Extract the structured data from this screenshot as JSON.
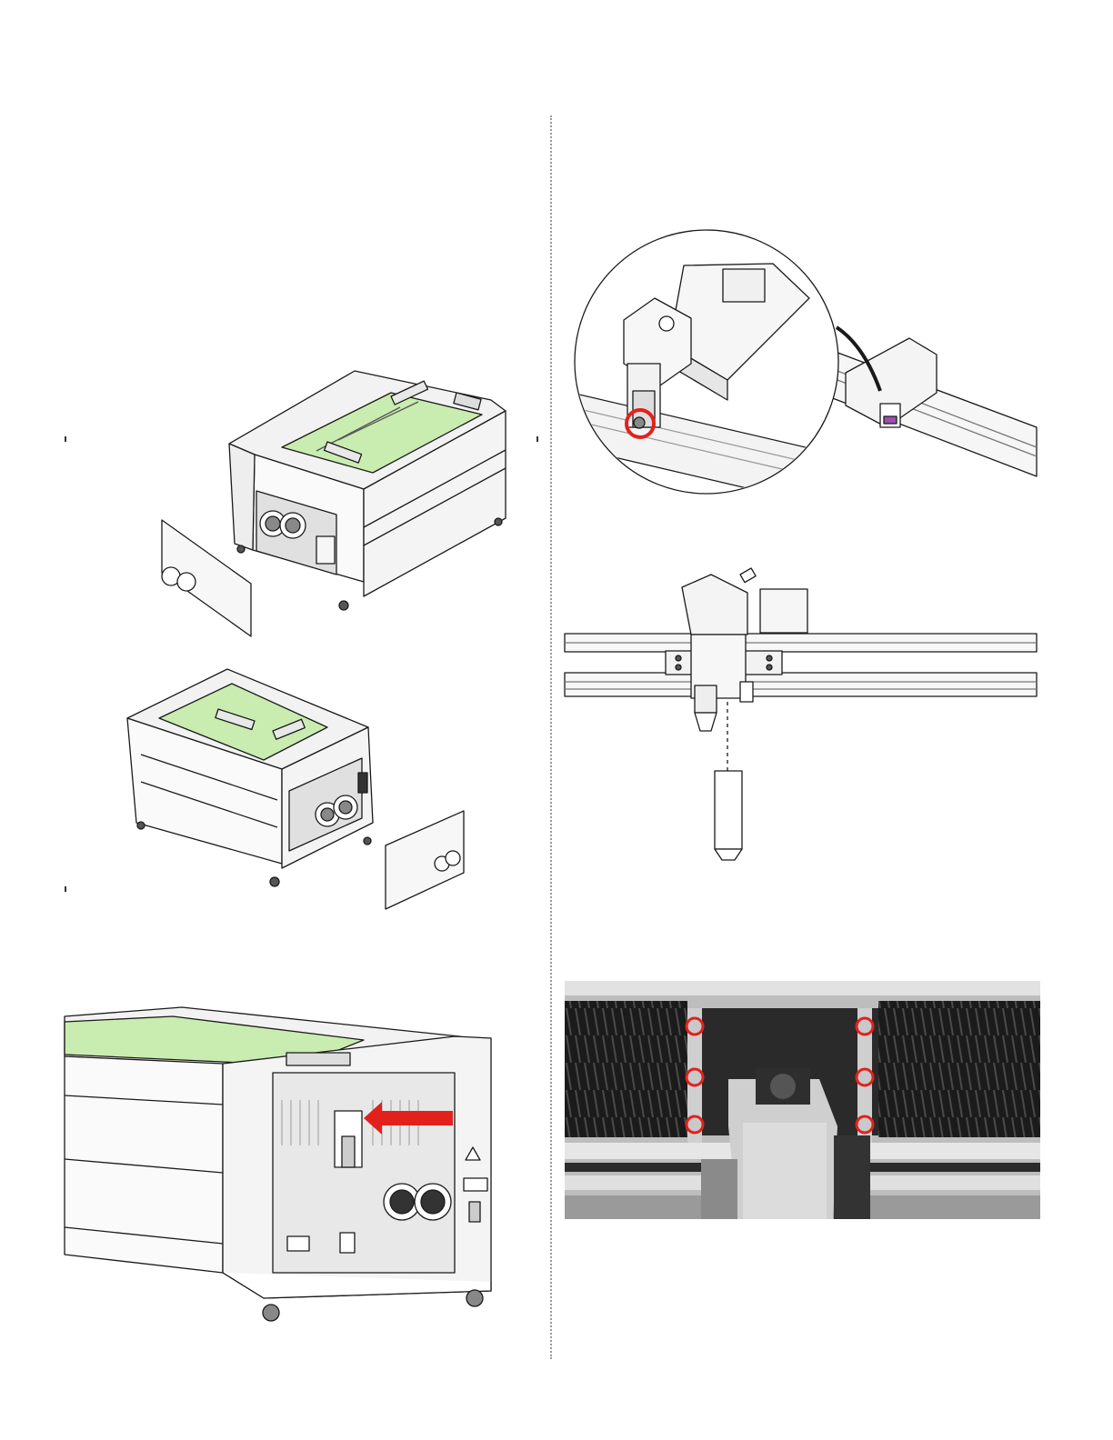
{
  "page": {
    "accent_green": "#c9ecb0",
    "callout_red": "#e3211c",
    "line_color": "#1a1a1a"
  },
  "figures": {
    "machine_left_panel": "laser-engraver-left-side-panel-removal",
    "machine_right_panel": "laser-engraver-right-side-panel-removal",
    "machine_carriage": "laser-carriage-move-to-right-side",
    "lens_head_zoom": "lens-head-screw-callout",
    "lens_tube": "lens-tube-removal",
    "photo_screws": "carriage-mount-screws-photo"
  },
  "icons": {
    "callout": "red-circle-callout-icon",
    "arrow": "red-arrow-icon"
  }
}
